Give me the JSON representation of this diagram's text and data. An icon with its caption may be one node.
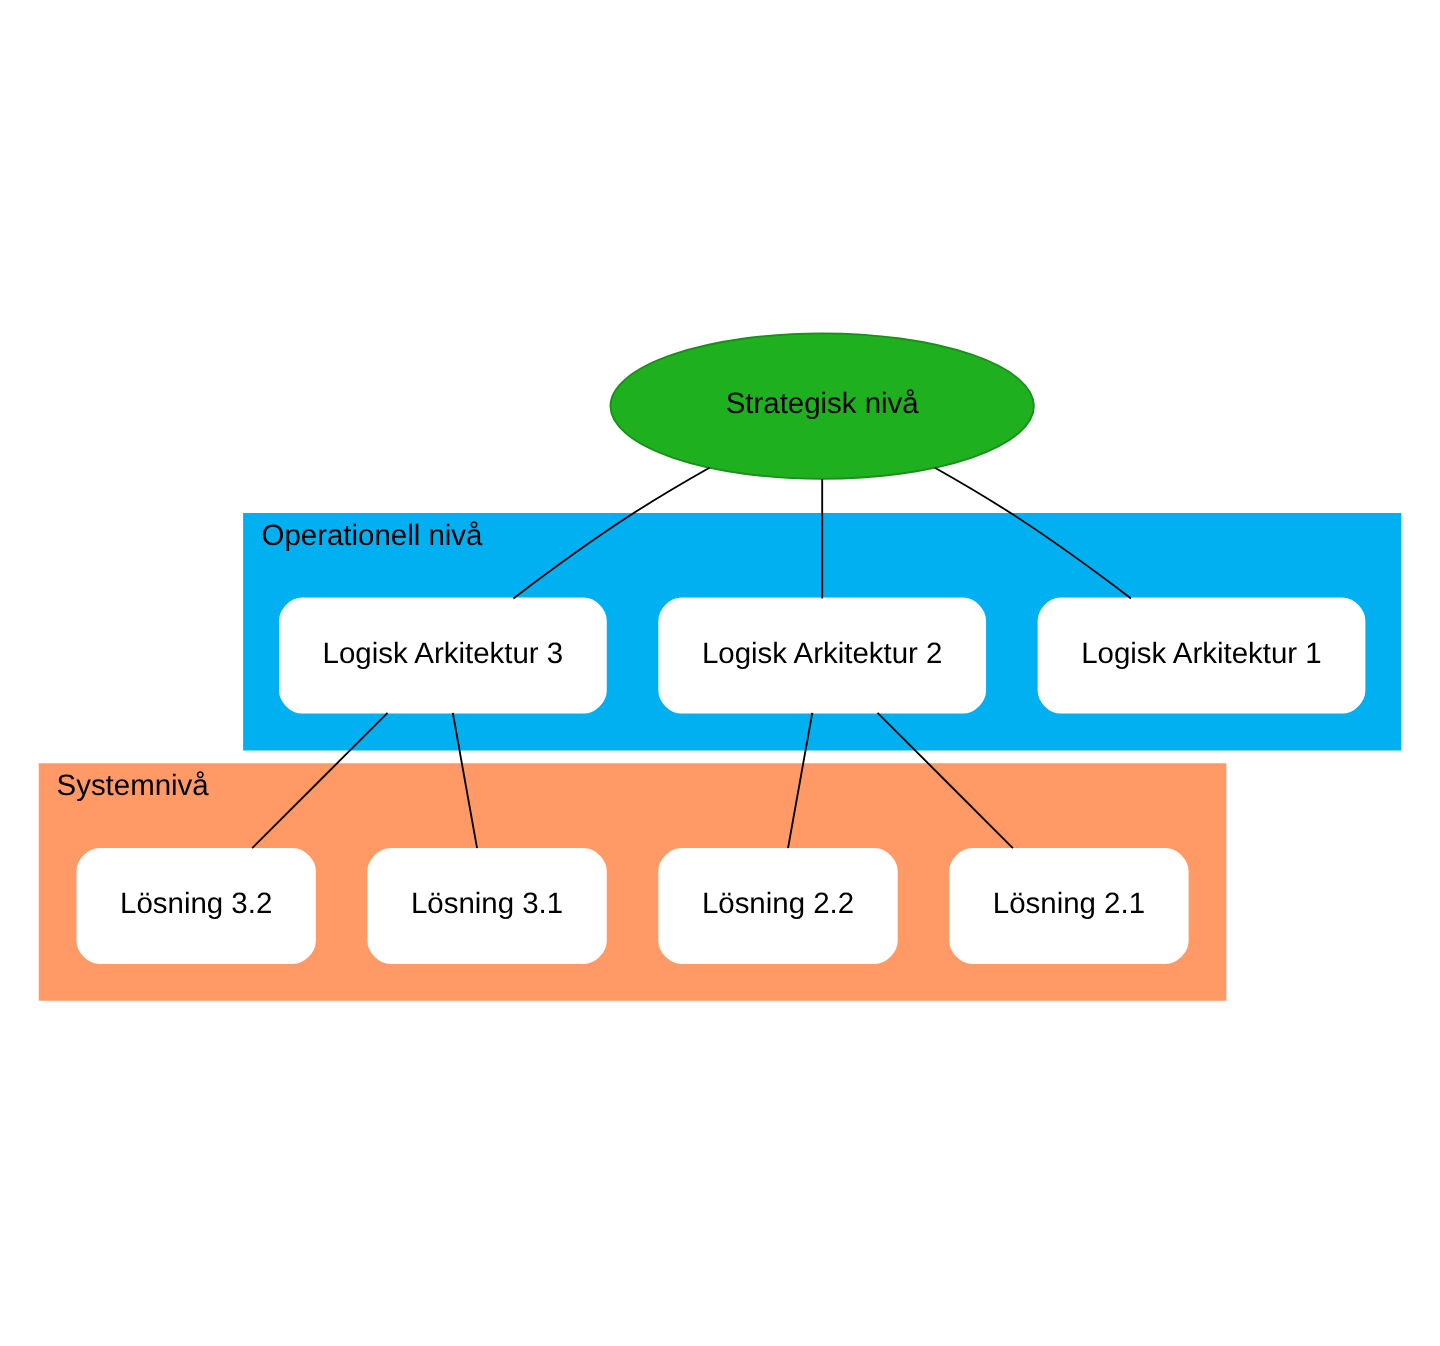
{
  "diagram": {
    "nodes": [
      {
        "text": [
          "Strategisk nivå"
        ]
      },
      {
        "text": [
          "Operationell nivå"
        ]
      },
      {
        "text": [
          "Logisk Arkitektur 1"
        ],
        "in": 1
      },
      {
        "text": [
          "Logisk Arkitektur 2"
        ],
        "in": 1
      },
      {
        "text": [
          "Logisk Arkitektur 3"
        ],
        "in": 1
      },
      {
        "text": [
          "Systemnivå"
        ]
      },
      {
        "text": [
          "Lösning 2.1"
        ],
        "in": 5
      },
      {
        "text": [
          "Lösning 2.2"
        ],
        "in": 5
      },
      {
        "text": [
          "Lösning 3.1"
        ],
        "in": 5
      },
      {
        "text": [
          "Lösning 3.2"
        ],
        "in": 5
      }
    ],
    "edges": [
      {
        "from": 0,
        "to": 2,
        "arrow": "none"
      },
      {
        "from": 0,
        "to": 3,
        "arrow": "none"
      },
      {
        "from": 0,
        "to": 4,
        "arrow": "none"
      },
      {
        "from": 3,
        "to": 6,
        "arrow": "none"
      },
      {
        "from": 3,
        "to": 7,
        "arrow": "none"
      },
      {
        "from": 4,
        "to": 8,
        "arrow": "none"
      },
      {
        "from": 4,
        "to": 9,
        "arrow": "none"
      }
    ]
  }
}
